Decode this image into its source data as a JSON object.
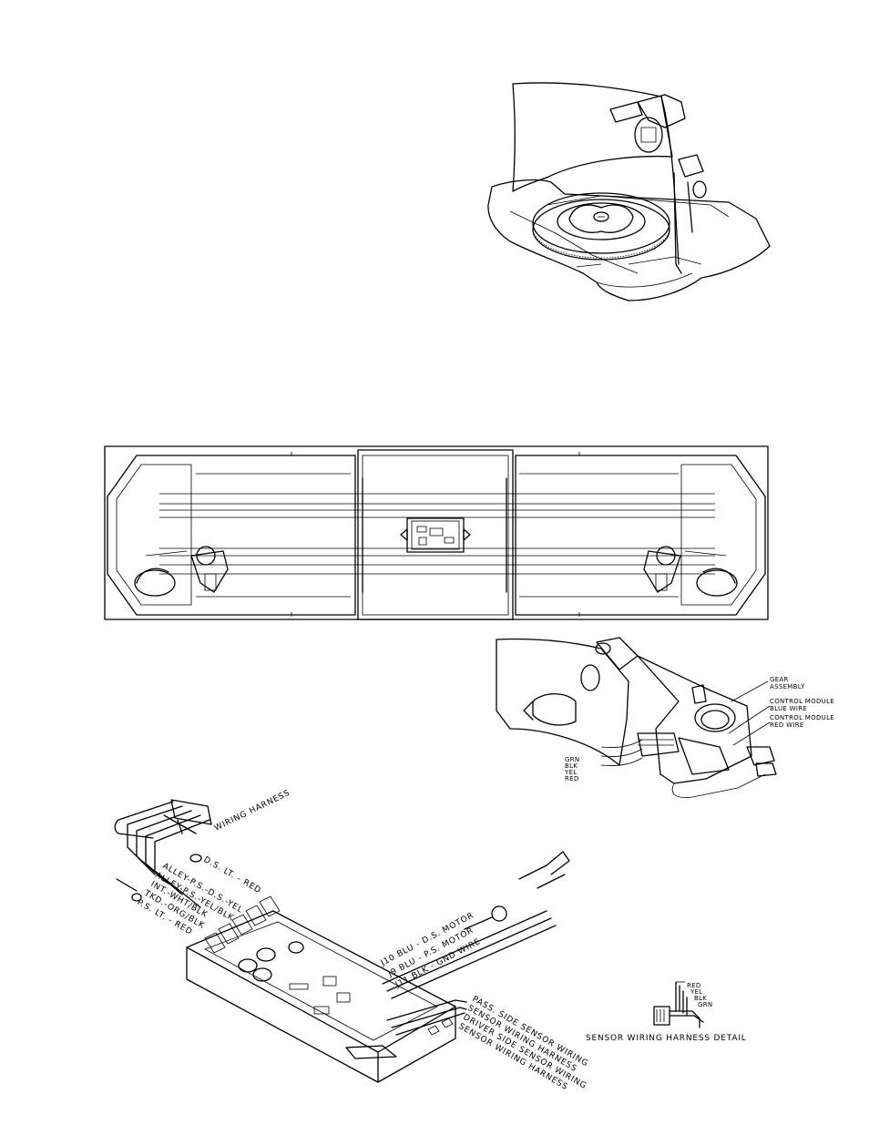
{
  "callouts_top_right": {
    "gear": [
      "GEAR",
      "ASSEMBLY"
    ],
    "blue": [
      "CONTROL MODULE",
      "BLUE WIRE"
    ],
    "red": [
      "CONTROL MODULE",
      "RED WIRE"
    ],
    "wires": [
      "GRN",
      "BLK",
      "YEL",
      "RED"
    ]
  },
  "harness": {
    "title": "WIRING HARNESS",
    "left_wires": [
      "D.S. LT. - RED",
      "ALLEY-P.S.-D.S.-YEL",
      "ALLEY-P.S.-YEL/BLK",
      "INT.-WHT/BLK",
      "TKD.-ORG/BLK",
      "P.S. LT. - RED"
    ],
    "motor_wires": [
      "J10 BLU - D.S. MOTOR",
      "J9 BLU - P.S. MOTOR",
      "J11 BLK - GND WIRE"
    ],
    "sensor_wires": [
      "PASS. SIDE SENSOR WIRING",
      "SENSOR WIRING HARNESS",
      "DRIVER SIDE SENSOR WIRING",
      "SENSOR WIRING HARNESS"
    ]
  },
  "detail": {
    "title": "SENSOR WIRING HARNESS DETAIL",
    "wires": [
      "RED",
      "YEL",
      "BLK",
      "GRN"
    ]
  }
}
